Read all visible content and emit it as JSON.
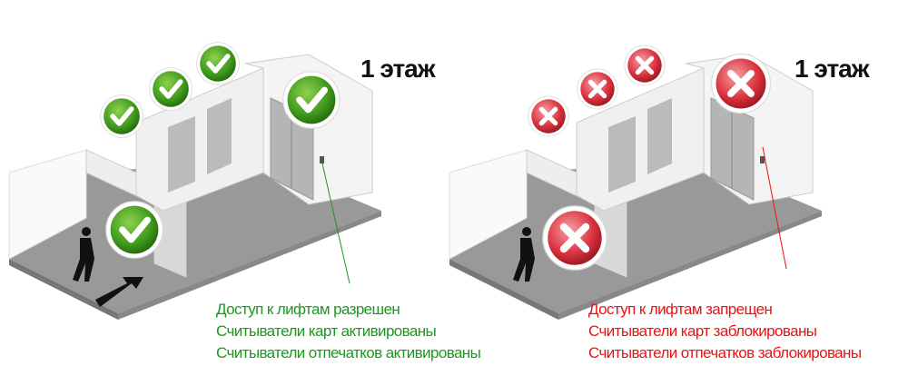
{
  "left_scene": {
    "floor_label": "1 этаж",
    "status_icon": "check-circle-icon",
    "accent_color": "#1a9a1a",
    "captions": [
      "Доступ к лифтам разрешен",
      "Считыватели карт активированы",
      "Считыватели отпечатков активированы"
    ]
  },
  "right_scene": {
    "floor_label": "1 этаж",
    "status_icon": "x-circle-icon",
    "accent_color": "#ee1111",
    "captions": [
      "Доступ к лифтам запрещен",
      "Считыватели карт заблокированы",
      "Считыватели отпечатков заблокированы"
    ]
  }
}
